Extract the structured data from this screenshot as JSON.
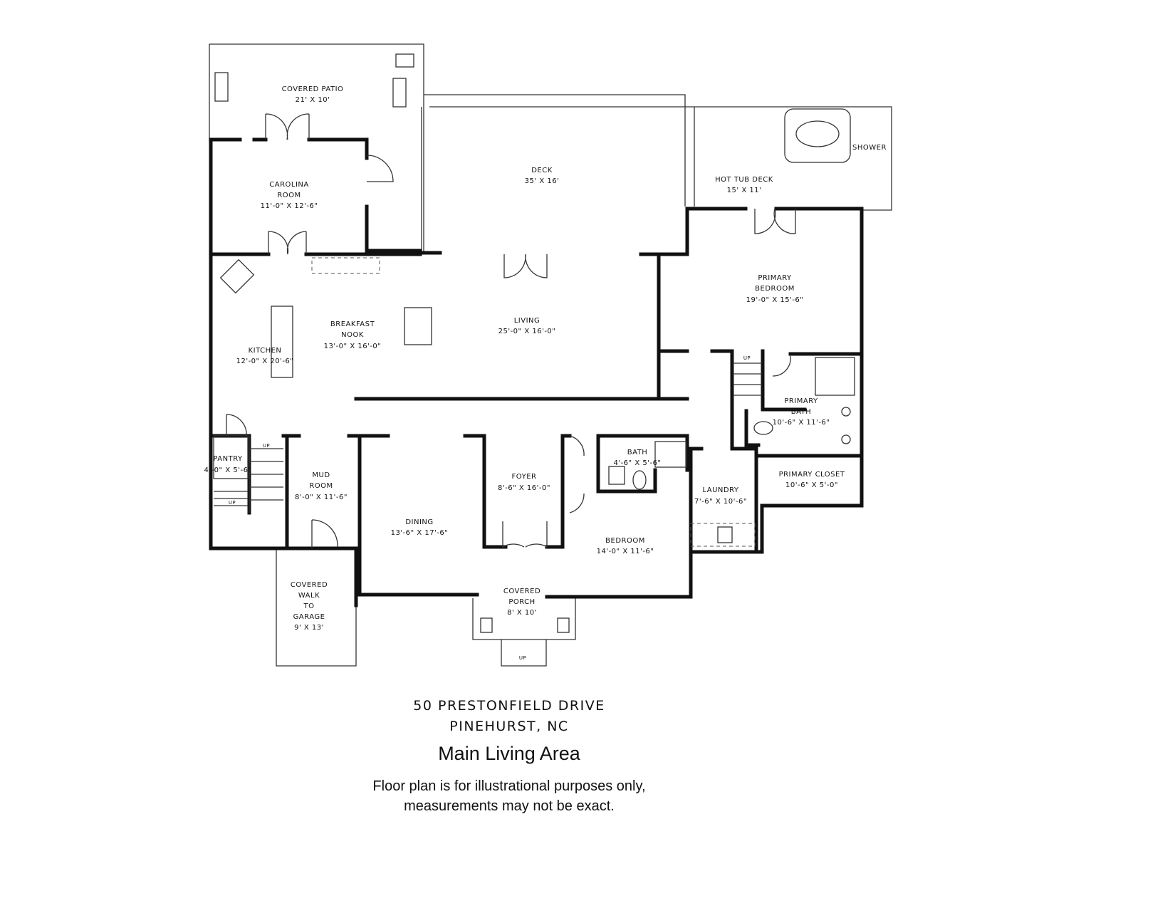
{
  "plan": {
    "rooms": {
      "covered_patio": {
        "name": "COVERED PATIO",
        "size": "21' X 10'"
      },
      "carolina_room": {
        "name1": "CAROLINA",
        "name2": "ROOM",
        "size": "11'-0\" X 12'-6\""
      },
      "deck": {
        "name": "DECK",
        "size": "35' X 16'"
      },
      "hot_tub_deck": {
        "name": "HOT TUB DECK",
        "size": "15' X 11'"
      },
      "shower": {
        "name": "SHOWER"
      },
      "primary_bedroom": {
        "name1": "PRIMARY",
        "name2": "BEDROOM",
        "size": "19'-0\" X 15'-6\""
      },
      "living": {
        "name": "LIVING",
        "size": "25'-0\" X 16'-0\""
      },
      "breakfast_nook": {
        "name1": "BREAKFAST",
        "name2": "NOOK",
        "size": "13'-0\" X 16'-0\""
      },
      "kitchen": {
        "name": "KITCHEN",
        "size": "12'-0\" X 20'-6\""
      },
      "primary_bath": {
        "name1": "PRIMARY",
        "name2": "BATH",
        "size": "10'-6\" X 11'-6\""
      },
      "pantry": {
        "name": "PANTRY",
        "size": "4'-0\" X 5'-6\""
      },
      "mud_room": {
        "name1": "MUD",
        "name2": "ROOM",
        "size": "8'-0\" X 11'-6\""
      },
      "foyer": {
        "name": "FOYER",
        "size": "8'-6\" X 16'-0\""
      },
      "bath": {
        "name": "BATH",
        "size": "4'-6\" X 5'-6\""
      },
      "primary_closet": {
        "name": "PRIMARY CLOSET",
        "size": "10'-6\" X 5'-0\""
      },
      "laundry": {
        "name": "LAUNDRY",
        "size": "7'-6\" X 10'-6\""
      },
      "dining": {
        "name": "DINING",
        "size": "13'-6\" X 17'-6\""
      },
      "bedroom": {
        "name": "BEDROOM",
        "size": "14'-0\" X 11'-6\""
      },
      "covered_walk": {
        "name1": "COVERED",
        "name2": "WALK",
        "name3": "TO",
        "name4": "GARAGE",
        "size": "9' X 13'"
      },
      "covered_porch": {
        "name1": "COVERED",
        "name2": "PORCH",
        "size": "8' X 10'"
      }
    },
    "stair_label": "UP"
  },
  "footer": {
    "address_line1": "50 PRESTONFIELD DRIVE",
    "address_line2": "PINEHURST, NC",
    "title": "Main Living Area",
    "disclaimer_line1": "Floor plan is for illustrational purposes only,",
    "disclaimer_line2": "measurements may not be exact."
  }
}
